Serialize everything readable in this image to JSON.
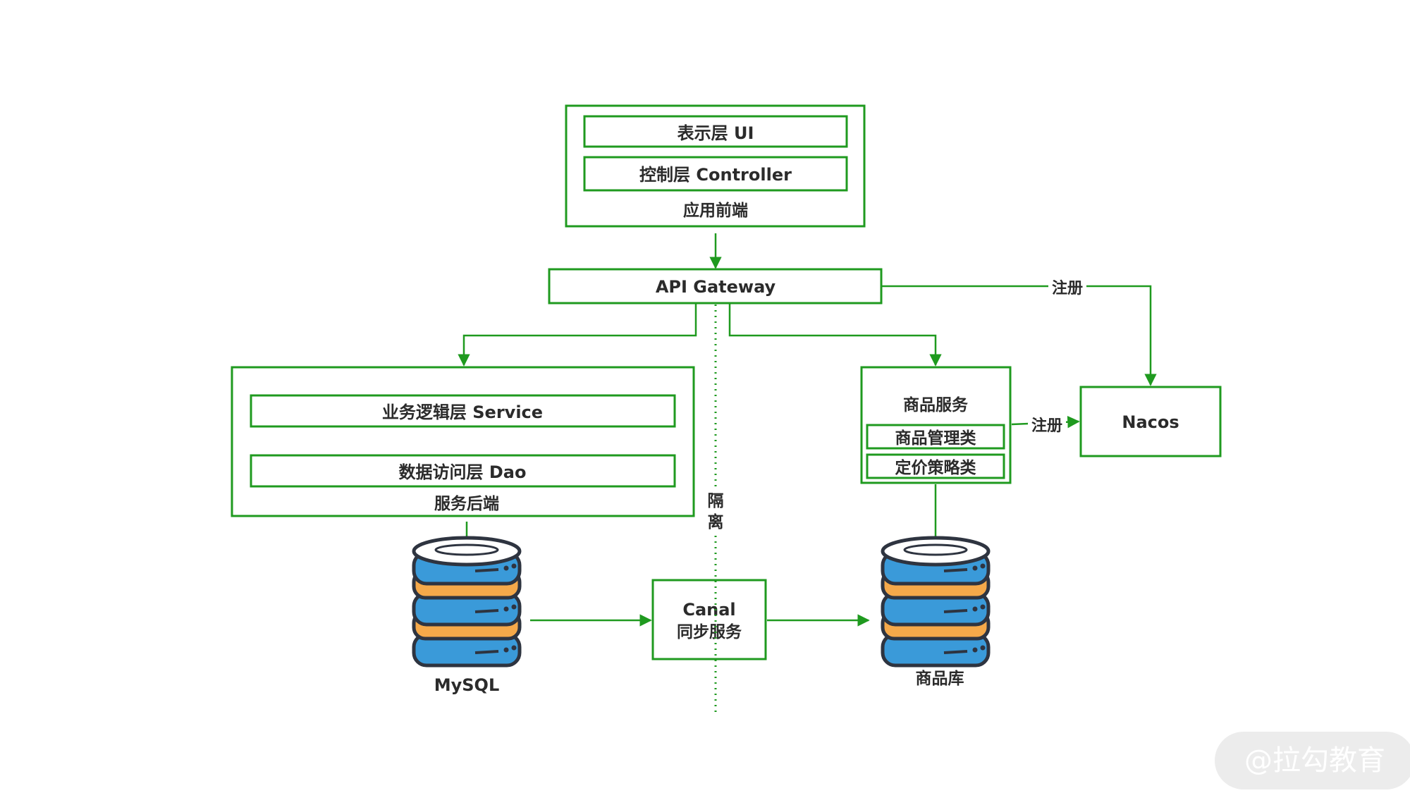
{
  "colors": {
    "accent": "#1f9a1f",
    "db_blue": "#3a9ad9",
    "db_orange": "#f5a94a",
    "db_outline": "#2e3440",
    "watermark_bg": "#ececec"
  },
  "nodes": {
    "frontend": {
      "title": "应用前端",
      "ui_layer": "表示层 UI",
      "controller_layer": "控制层 Controller"
    },
    "gateway": {
      "label": "API Gateway"
    },
    "backend": {
      "title": "服务后端",
      "service_layer": "业务逻辑层 Service",
      "dao_layer": "数据访问层 Dao"
    },
    "product_service": {
      "title": "商品服务",
      "mgmt_class": "商品管理类",
      "pricing_class": "定价策略类"
    },
    "nacos": {
      "label": "Nacos"
    },
    "canal": {
      "line1": "Canal",
      "line2": "同步服务"
    },
    "mysql": {
      "label": "MySQL",
      "icon": "database-icon"
    },
    "product_db": {
      "label": "商品库",
      "icon": "database-icon"
    }
  },
  "edges": {
    "gateway_register": "注册",
    "service_register": "注册"
  },
  "isolation": {
    "line1": "隔",
    "line2": "离"
  },
  "watermark": {
    "text": "@拉勾教育"
  }
}
